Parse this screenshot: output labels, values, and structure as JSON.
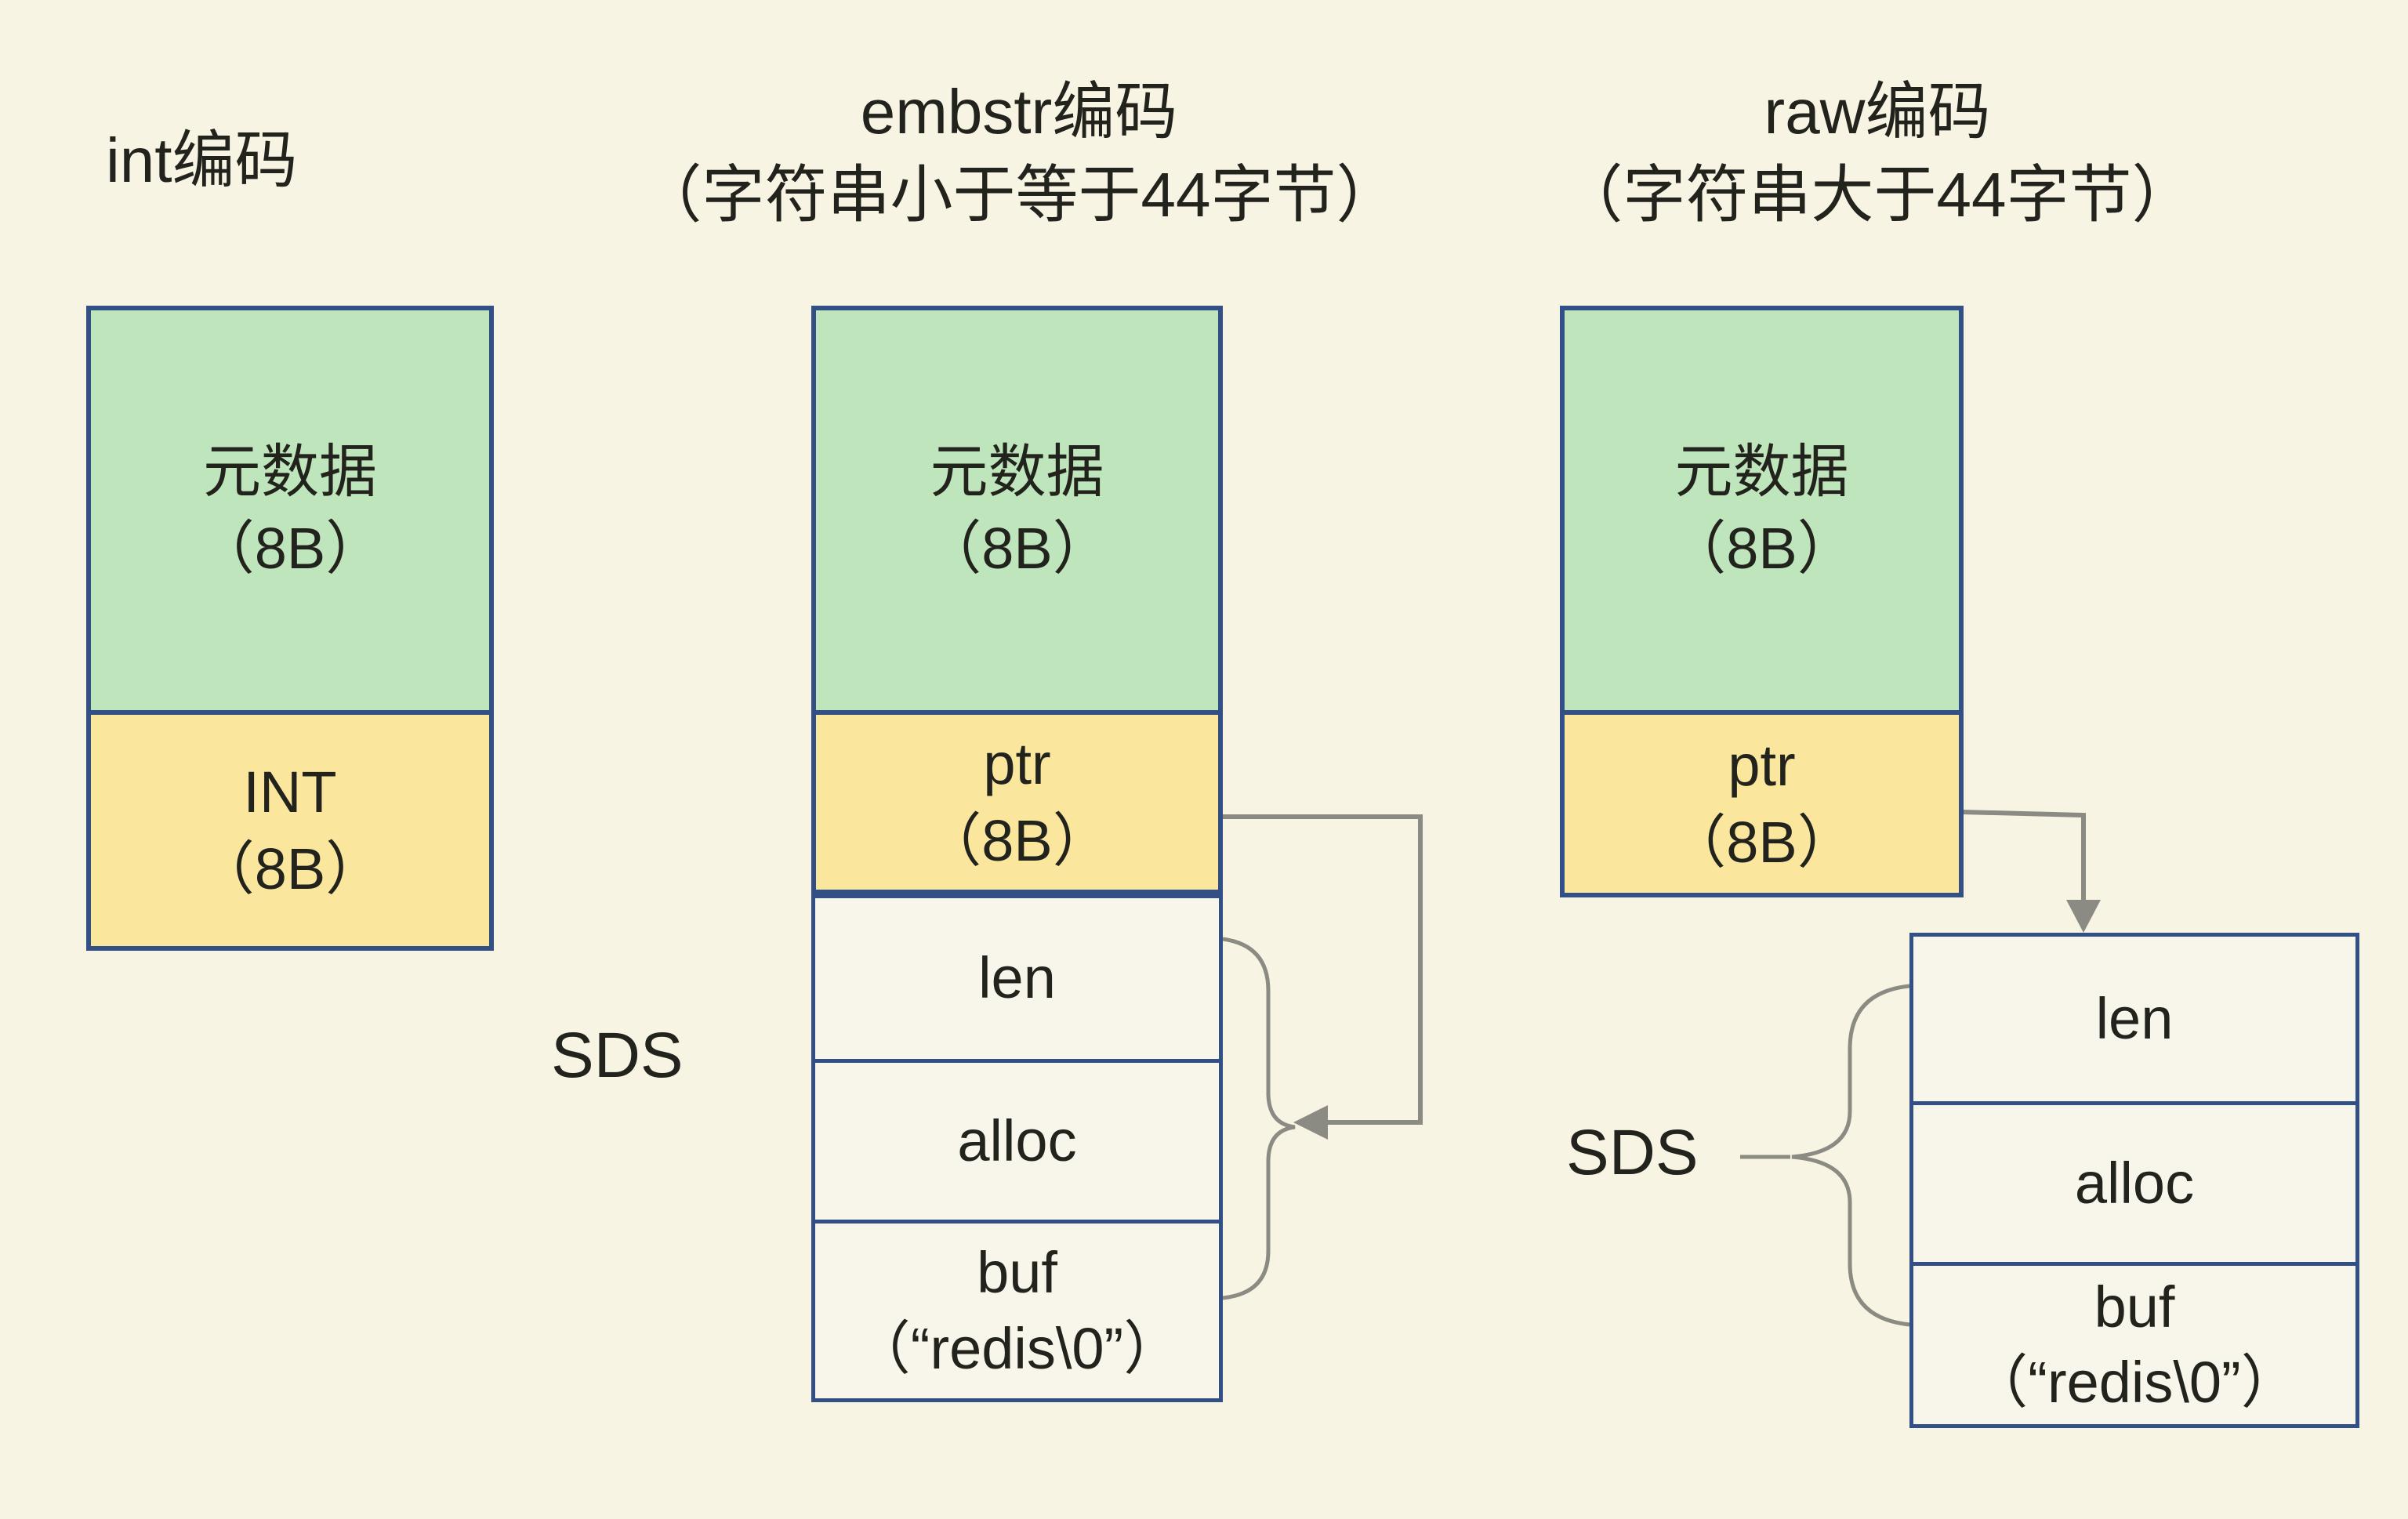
{
  "colors": {
    "background": "#f8f4e3",
    "green": "#bee5bc",
    "yellow": "#fbe69e",
    "border_blue": "#335086",
    "line_gray": "#8b8b84",
    "text": "#23231e",
    "row_fill": "#f8f5ea"
  },
  "columns": {
    "int": {
      "title_lines": [
        "int编码"
      ],
      "box": {
        "meta": [
          "元数据",
          "（8B）"
        ],
        "value": [
          "INT",
          "（8B）"
        ]
      }
    },
    "embstr": {
      "title_lines": [
        "embstr编码",
        "（字符串小于等于44字节）"
      ],
      "box": {
        "meta": [
          "元数据",
          "（8B）"
        ],
        "value": [
          "ptr",
          "（8B）"
        ]
      },
      "sds": {
        "label": "SDS",
        "rows": {
          "len": [
            "len"
          ],
          "alloc": [
            "alloc"
          ],
          "buf": [
            "buf",
            "（“redis\\0”）"
          ]
        }
      }
    },
    "raw": {
      "title_lines": [
        "raw编码",
        "（字符串大于44字节）"
      ],
      "box": {
        "meta": [
          "元数据",
          "（8B）"
        ],
        "value": [
          "ptr",
          "（8B）"
        ]
      },
      "sds": {
        "label": "SDS",
        "rows": {
          "len": [
            "len"
          ],
          "alloc": [
            "alloc"
          ],
          "buf": [
            "buf",
            "（“redis\\0”）"
          ]
        }
      }
    }
  }
}
